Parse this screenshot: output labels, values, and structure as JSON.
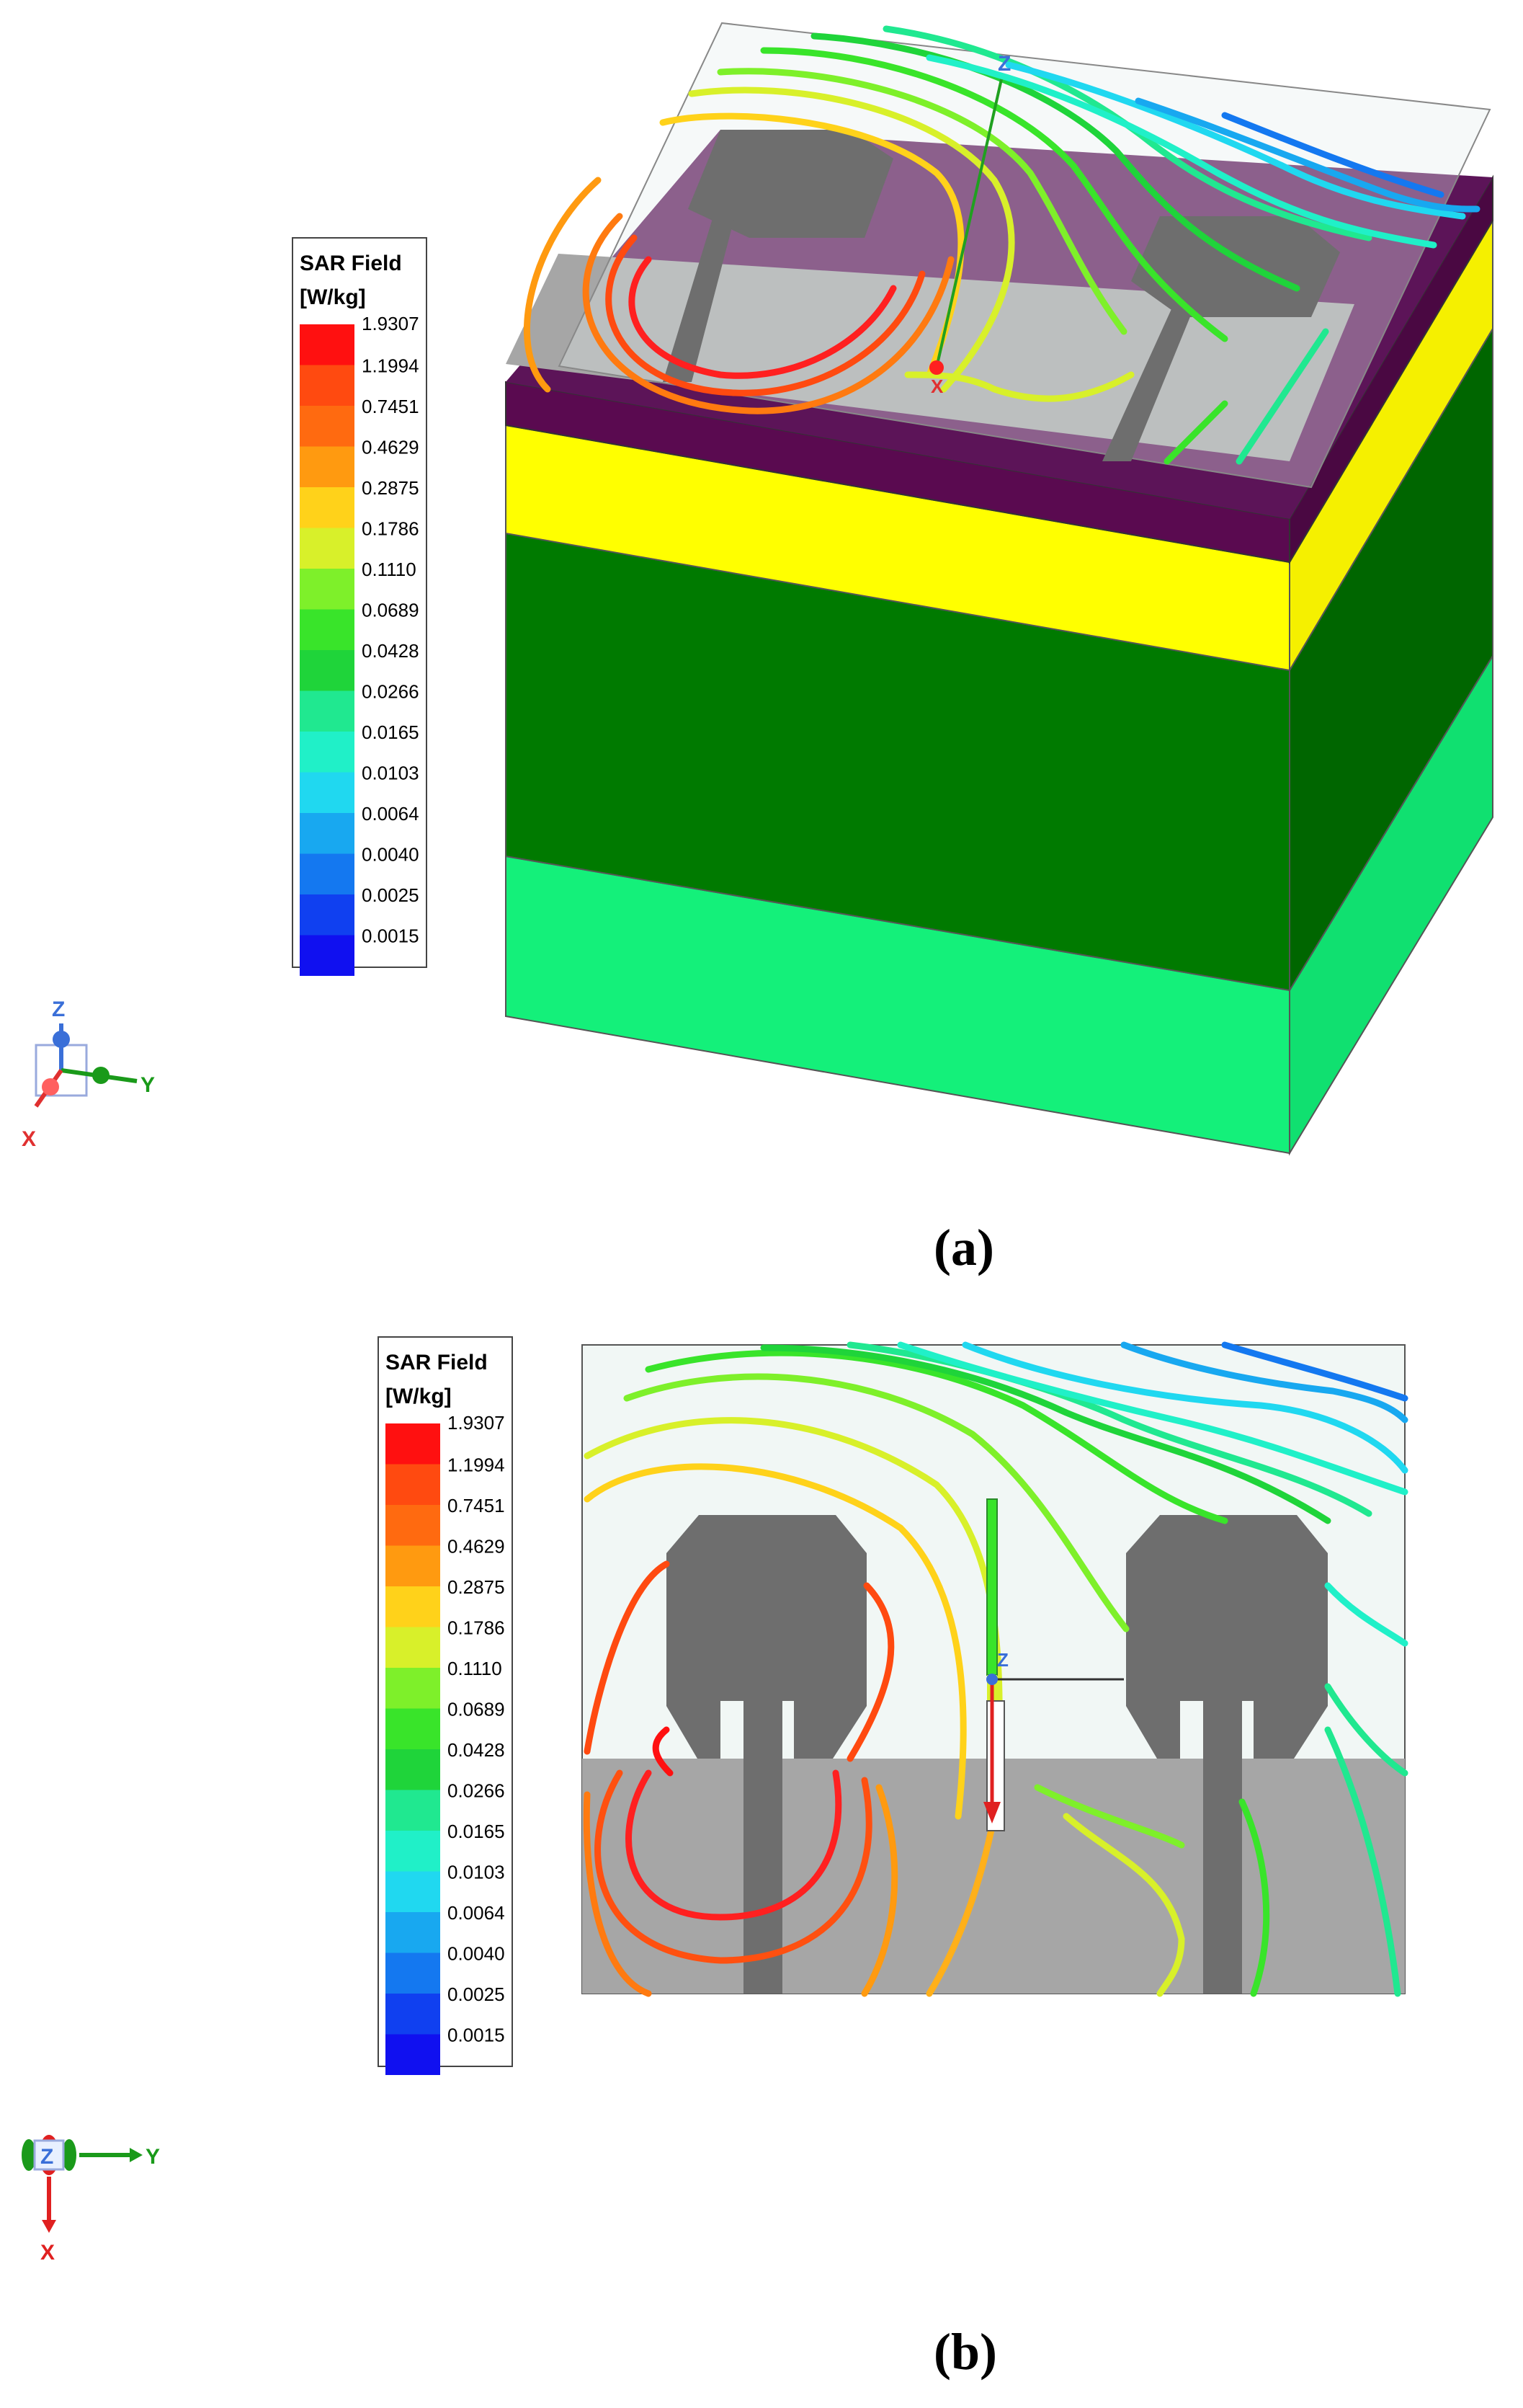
{
  "legend": {
    "title": "SAR Field",
    "unit": "[W/kg]",
    "values": [
      "1.9307",
      "1.1994",
      "0.7451",
      "0.4629",
      "0.2875",
      "0.1786",
      "0.1110",
      "0.0689",
      "0.0428",
      "0.0266",
      "0.0165",
      "0.0103",
      "0.0064",
      "0.0040",
      "0.0025",
      "0.0015"
    ],
    "colors": [
      "#ff1010",
      "#ff4a10",
      "#ff6a10",
      "#ff9a10",
      "#ffd21a",
      "#d8f02a",
      "#7ef02a",
      "#39e42a",
      "#1fd43a",
      "#20e890",
      "#20f0c8",
      "#20d8f0",
      "#18a8f0",
      "#1478f0",
      "#1040f0",
      "#1010f0"
    ]
  },
  "axes_a": {
    "z": "Z",
    "x": "X",
    "y": "Y"
  },
  "axes_b": {
    "z": "Z",
    "x": "X",
    "y": "Y"
  },
  "model_a": {
    "z_label": "Z",
    "x_label": "X"
  },
  "model_b": {
    "z_label": "Z"
  },
  "captions": {
    "a": "(a)",
    "b": "(b)"
  }
}
